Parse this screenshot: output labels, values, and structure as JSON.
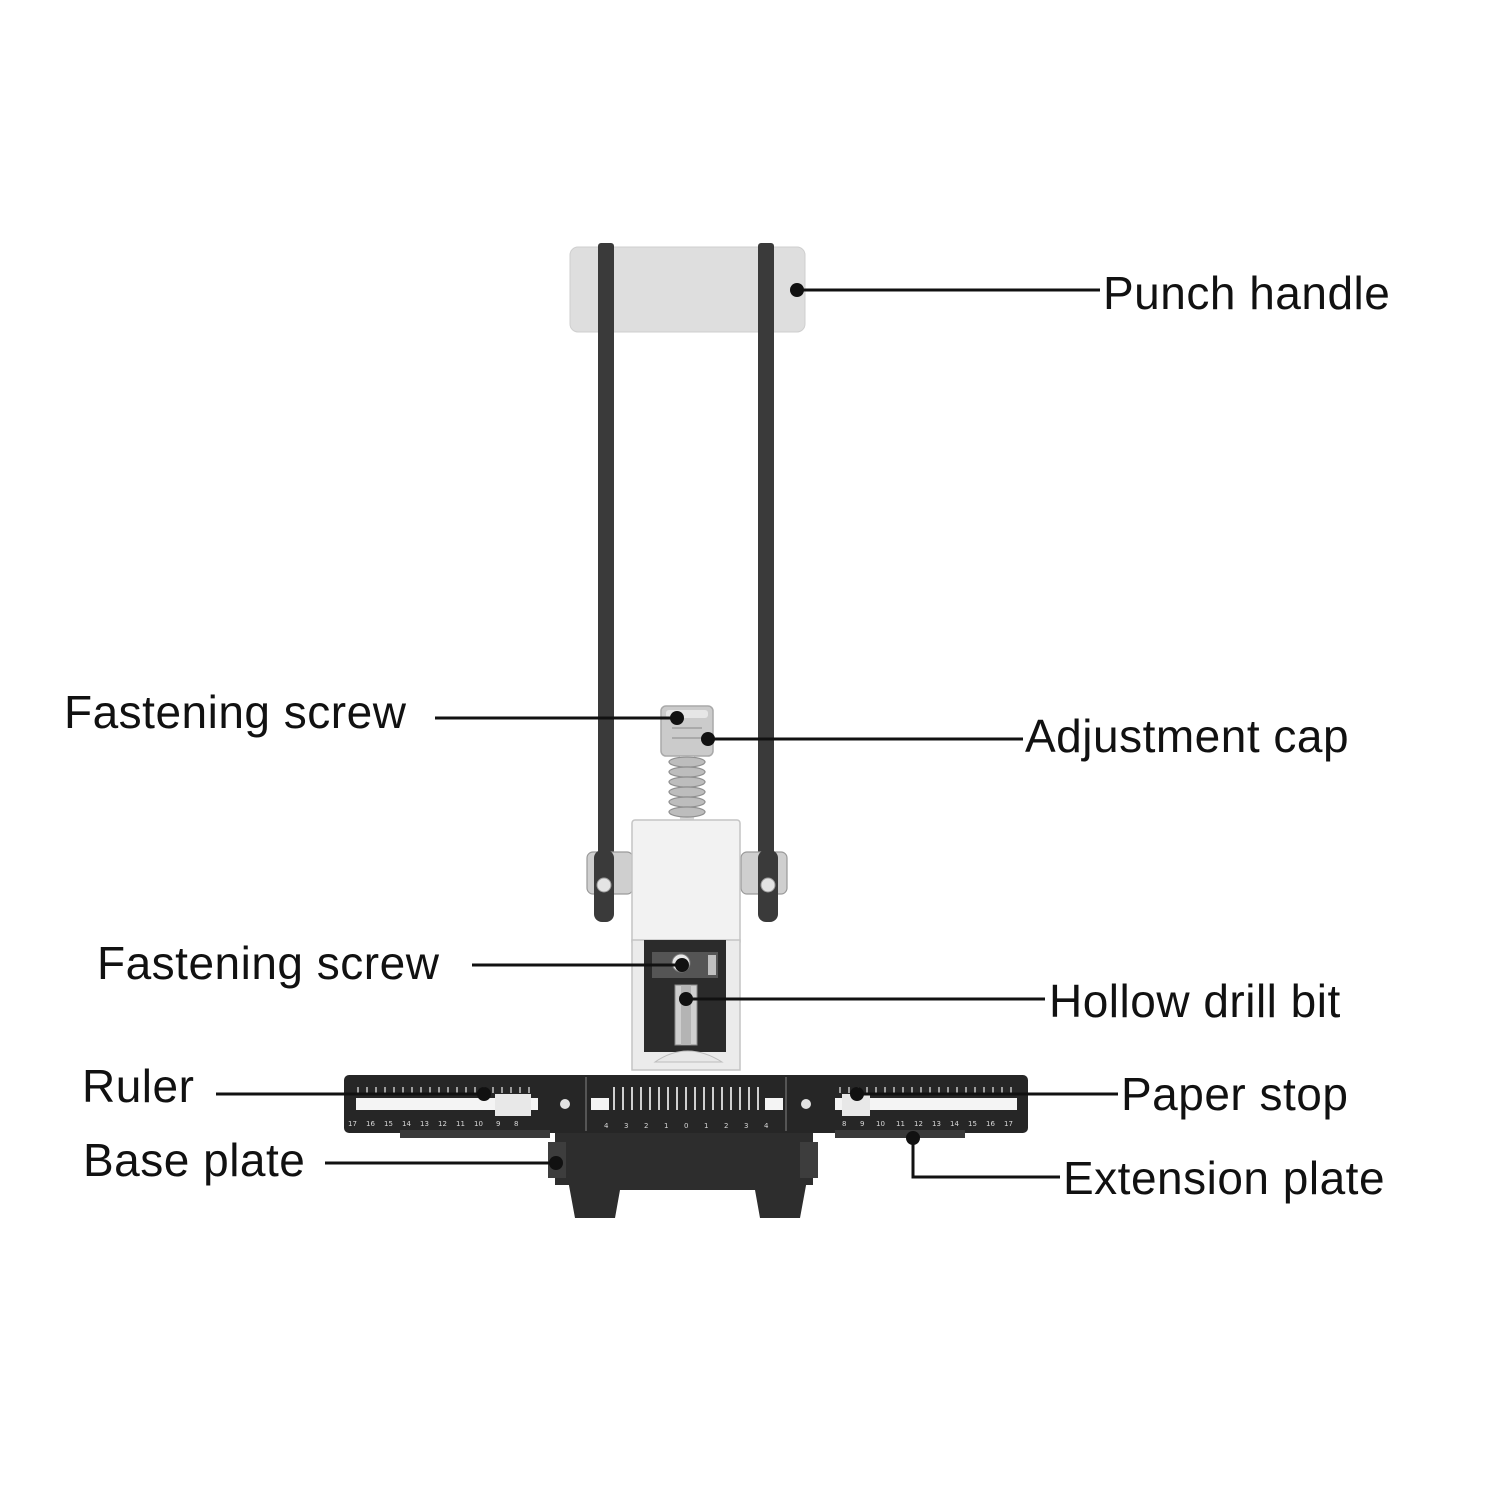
{
  "labels": {
    "punch_handle": "Punch handle",
    "fastening_screw_top": "Fastening screw",
    "adjustment_cap": "Adjustment cap",
    "fastening_screw_bottom": "Fastening screw",
    "hollow_drill_bit": "Hollow drill bit",
    "ruler": "Ruler",
    "paper_stop": "Paper stop",
    "base_plate": "Base plate",
    "extension_plate": "Extension plate"
  },
  "ruler_scale": {
    "left": [
      "17",
      "16",
      "15",
      "14",
      "13",
      "12",
      "11",
      "10",
      "9",
      "8"
    ],
    "center": [
      "4",
      "3",
      "2",
      "1",
      "0",
      "1",
      "2",
      "3",
      "4"
    ],
    "right": [
      "8",
      "9",
      "10",
      "11",
      "12",
      "13",
      "14",
      "15",
      "16",
      "17"
    ]
  },
  "colors": {
    "frame": "#3a3a3a",
    "handle": "#dedede",
    "body": "#f2f2f2",
    "steel": "#c8c8c8",
    "base": "#2d2d2d",
    "callout": "#111111"
  }
}
